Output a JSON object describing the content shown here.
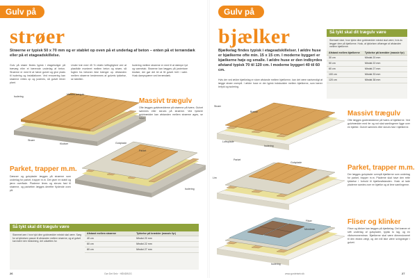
{
  "left": {
    "tab": "Gulv på",
    "title": "strøer",
    "lede": "Strøerne er typisk 50 x 70 mm og er stablet op oven på et underlag af beton – enten på et terrændæk eller på et etageadskillelse.",
    "body_col1": "Gulv på strøer findes typisk i etageboliger på trævæg eller et bærende underlag af beton. Strøerne er med til at hæve gulvet og give plads til isolering og installationer. Ved renovering kan strøerne rettes op og justeres, så gulvet bliver plant.",
    "body_col2": "Under træ med 45 % relativ luftfugtighed ved at plastfolie monteret mellem beton og strøer, så fugten fra betonen ikke trænger op. Afstanden mellem strøerne bestemmes af gulvets tykkelse, se tabellen.",
    "body_col3": "Isolering mellem strøerne er med til at dæmpe lyd og varmetab. Strøerne kan lægges på justerbare klodser, der gør det let at få gulvet helt i vater. Husk dampspærre ved terrændæk.",
    "massivt_head": "Massivt trægulv",
    "massivt_text": "Ofte lægges gulvbrædderne på strøerne på tværs. Gulvet sømmes eller skrues på strøerne. Ved tykkere gulvbrædder kan afstanden mellem strøerne øges, se tabel.",
    "parket_head": "Parket, trapper m.m.",
    "parket_text": "Dæsner og gulvplader lægges på strøerne som underlag for parket, trapper m.m. Det giver en stabil og jævn overflade. Pladerne limes og skrues fast til strøerne, og parketten lægges derefter flydende oven på.",
    "labels": {
      "lbl_isolering1": "Isolering",
      "lbl_tragulv": "Massivt trægulv",
      "lbl_stroer": "Strøer",
      "lbl_klodser": "Klodser",
      "lbl_gulvplade": "Gulvplade",
      "lbl_parket": "Parket",
      "lbl_isolering2": "Isolering"
    },
    "table": {
      "head": "Så tykt skal dit trægulv være",
      "intro": "Stammet øen i hvor tykt dine gulvbrædder mindst skal være. Sørg for at tykkelsen passer til afstanden mellem strøerne, og at gulvet kan bære den belastning, det udsættes for.",
      "col1": "Afstand mellem strøerne",
      "col2": "Tykkelse på brædder (massiv fyr)",
      "rows": [
        [
          "40 cm",
          "Mindst 20 mm"
        ],
        [
          "60 cm",
          "Mindst 22 mm"
        ],
        [
          "80 cm",
          "Mindst 27 mm"
        ]
      ]
    },
    "page_number": "26",
    "footer": "Gør Det Selv · HÅNDBOG"
  },
  "right": {
    "tab": "Gulv på",
    "title": "bjælker",
    "lede": "Bjælkelag findes typisk i etageadskillelser. I ældre huse er bjælkerne ofte min. 15 x 15 cm. I moderne byggeri er bjælkerne høje og smalle. I ældre huse er den indbyrdes afstand typisk 70 til 120 cm. I moderne byggeri 40 til 60 cm.",
    "body": "Hvis der ved ældre bjælkelag er store afstande mellem bjælkerne, kan det være nødvendigt at lægge strøer ovenpå. I ældre huse er der typisk indskudsler mellem bjælkerne, som bærer lerfyld og isolering.",
    "massivt_head": "Massivt trægulv",
    "massivt_text": "Ofte lægges gulvbrædderne på tværs af bjælkerne. Ved gulvbrædder med fer og not skal samlingerne ligge over en bjælke. Gulvet sømmes eller skrues fast i bjælkerne.",
    "parket_head": "Parket, trapper m.m.",
    "parket_text": "Der lægges gulvplader ovenpå bjælkerne som underlag for parket, trapper m.m. Pladerne skal have den rette tykkelse i forhold til bjælkeafstanden. Husk at lade pladerne samles over en bjælke og at lime samlingerne.",
    "fliser_head": "Fliser og klinker",
    "fliser_text": "Fliser og klinker kan lægges på bjælkelag. Det kræver et stift underlag af gulvplader, typisk to lag, og en vådrumsmembran. Bjælkerne skal være dimensioneret til den ekstra vægt, og der må ikke være svingninger i gulvet.",
    "labels": {
      "lbl_stroer": "Strøer",
      "lbl_bjaelke": "Bjælke",
      "lbl_lofts": "Loftsplade",
      "lbl_isolering": "Isolering",
      "lbl_parket": "Parket",
      "lbl_gulvplade": "Gulvplade",
      "lbl_lim": "Lim",
      "lbl_fliser": "Fliser",
      "lbl_membran": "Membran",
      "lbl_isolering2": "Isolering"
    },
    "table": {
      "head": "Så tykt skal dit trægulv være",
      "intro": "Skemaet viser, hvor tykke dine gulvbrædder mindst skal være, hvis du lægger dem på bjælkerne. Husk, at tykkelsen afhænger af afstanden mellem bjælkerne.",
      "col1": "Afstand mellem bjælkerne",
      "col2": "Tykkelse på brædder (massiv fyr)",
      "rows": [
        [
          "30 cm",
          "Mindst 20 mm"
        ],
        [
          "50 cm",
          "Mindst 22 mm"
        ],
        [
          "60 cm",
          "Mindst 27 mm"
        ],
        [
          "100 cm",
          "Mindst 33 mm"
        ],
        [
          "120 cm",
          "Mindst 38 mm"
        ]
      ]
    },
    "page_number": "27",
    "footer": "www.gordetselv.dk"
  },
  "colors": {
    "accent": "#f08a1c",
    "table_head": "#8fa23b",
    "wood": "#d9a35a",
    "concrete": "#b9b5aa",
    "insulation": "#e9dd8c"
  }
}
